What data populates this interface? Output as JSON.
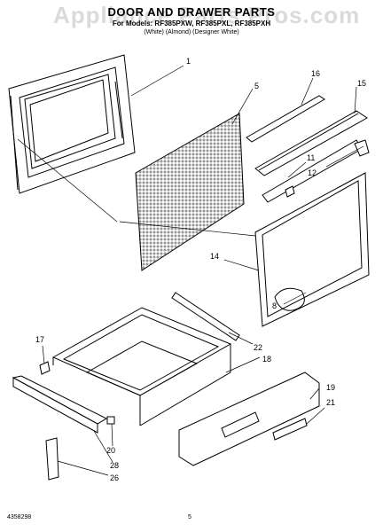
{
  "watermark": "Appliance Parts Pros.com",
  "header": {
    "title": "DOOR AND DRAWER PARTS",
    "models": "For Models: RF385PXW, RF385PXL, RF385PXH",
    "variants": "(White)     (Almond)  (Designer White)"
  },
  "callouts": {
    "c1": "1",
    "c5": "5",
    "c16": "16",
    "c15": "15",
    "c11": "11",
    "c12": "12",
    "c14": "14",
    "c8": "8",
    "c17": "17",
    "c22": "22",
    "c18": "18",
    "c19": "19",
    "c21": "21",
    "c20": "20",
    "c28": "28",
    "c26": "26"
  },
  "footer": {
    "doc_number": "4358298",
    "page": "5"
  }
}
